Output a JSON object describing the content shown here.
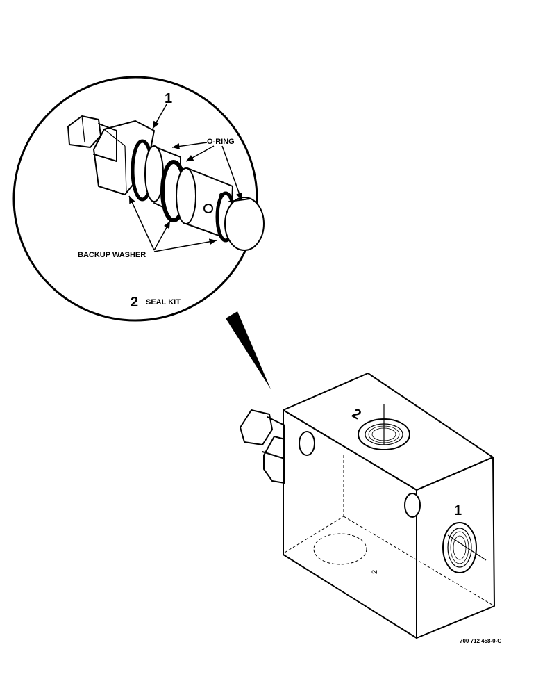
{
  "callout": {
    "item_number": "1",
    "oring_label": "O-RING",
    "backup_label": "BACKUP WASHER",
    "kit_number": "2",
    "kit_label": "SEAL KIT"
  },
  "block": {
    "port_2_label": "2",
    "port_1_label": "1",
    "bottom_port_label": "2"
  },
  "figure_code": "700 712 458-0-G"
}
